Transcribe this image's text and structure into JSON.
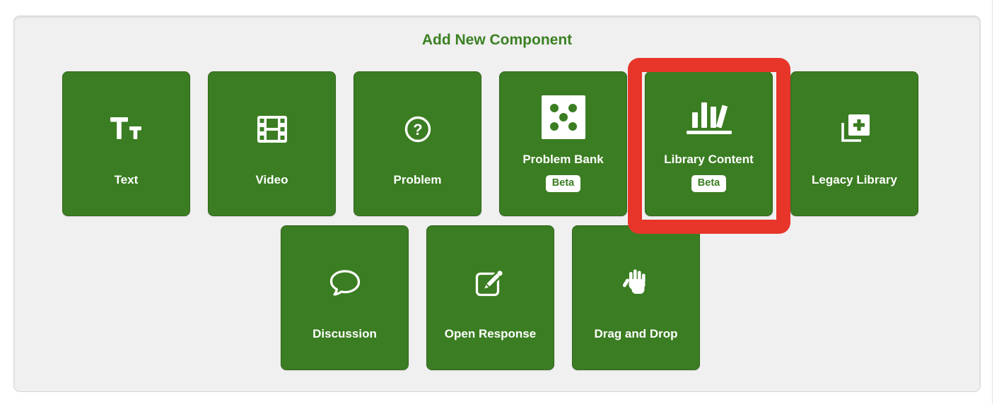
{
  "panel": {
    "title": "Add New Component",
    "colors": {
      "button_green": "#3b7d22",
      "title_green": "#3b8023",
      "panel_background": "#f0f0f0",
      "highlight_red": "#e8352a",
      "badge_background": "#ffffff",
      "badge_text_green": "#3b7d22",
      "button_label_text": "#ffffff"
    },
    "rows": [
      {
        "items": [
          {
            "label": "Text",
            "icon": "text-icon"
          },
          {
            "label": "Video",
            "icon": "film-icon"
          },
          {
            "label": "Problem",
            "icon": "question-circle-icon",
            "glyph": "?"
          },
          {
            "label": "Problem Bank",
            "icon": "dice-icon",
            "badge": "Beta"
          },
          {
            "label": "Library Content",
            "icon": "bookshelf-icon",
            "badge": "Beta",
            "highlighted": true
          },
          {
            "label": "Legacy Library",
            "icon": "add-library-icon"
          }
        ]
      },
      {
        "items": [
          {
            "label": "Discussion",
            "icon": "speech-bubble-icon"
          },
          {
            "label": "Open Response",
            "icon": "edit-pencil-icon"
          },
          {
            "label": "Drag and Drop",
            "icon": "hand-icon"
          }
        ]
      }
    ],
    "highlight": {
      "target": "Library Content",
      "color": "#e8352a"
    }
  }
}
